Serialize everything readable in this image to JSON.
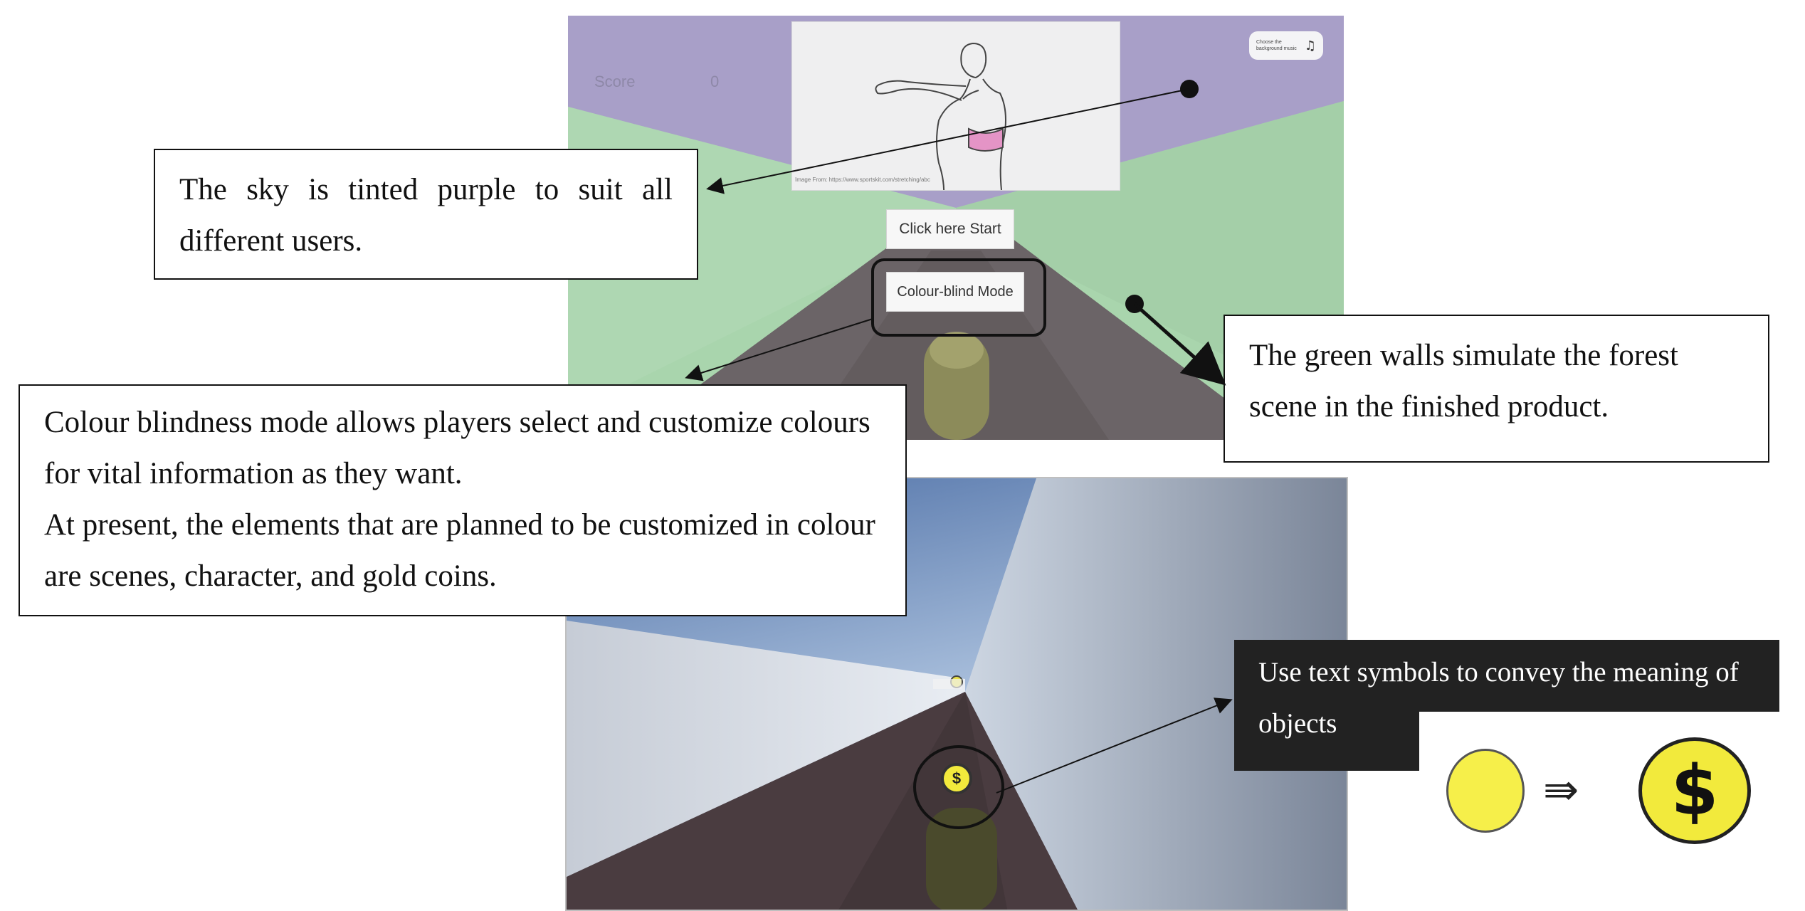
{
  "game_menu": {
    "score_label": "Score",
    "score_value": "0",
    "image_credit": "Image From: https://www.sportskit.com/stretching/abc",
    "music_button_text": "Choose the background music",
    "music_icon": "music-note-icon",
    "start_button": "Click here Start",
    "colourblind_button": "Colour-blind Mode"
  },
  "gameplay": {
    "coin_symbol": "$"
  },
  "annotations": {
    "sky": "The sky is tinted purple to suit all different users.",
    "green_walls": "The green walls simulate the forest scene in the finished product.",
    "colourblind_line1": "Colour blindness mode allows players select and customize colours for vital information as they want.",
    "colourblind_line2": "At present, the elements that are planned to be customized in colour are scenes, character, and gold coins.",
    "text_symbols": "Use text symbols to convey the meaning of objects"
  },
  "coin_sketch": {
    "arrow": "⇛",
    "symbol": "$"
  },
  "colors": {
    "sky_purple": "#a89fc8",
    "wall_green": "#a9d5ad",
    "road_gray": "#6b6467",
    "coin_yellow": "#f2ea3c"
  }
}
